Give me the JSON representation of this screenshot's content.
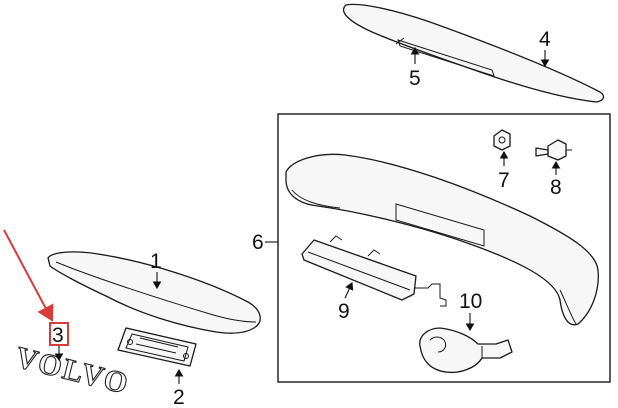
{
  "callouts": {
    "c1": "1",
    "c2": "2",
    "c3": "3",
    "c4": "4",
    "c5": "5",
    "c6": "6",
    "c7": "7",
    "c8": "8",
    "c9": "9",
    "c10": "10"
  },
  "emblem_text": "VOLVO",
  "colors": {
    "highlight": "#d93a3a",
    "line": "#1a1a1a",
    "part_fill": "#f7f7f7"
  },
  "highlighted_callout": "3"
}
